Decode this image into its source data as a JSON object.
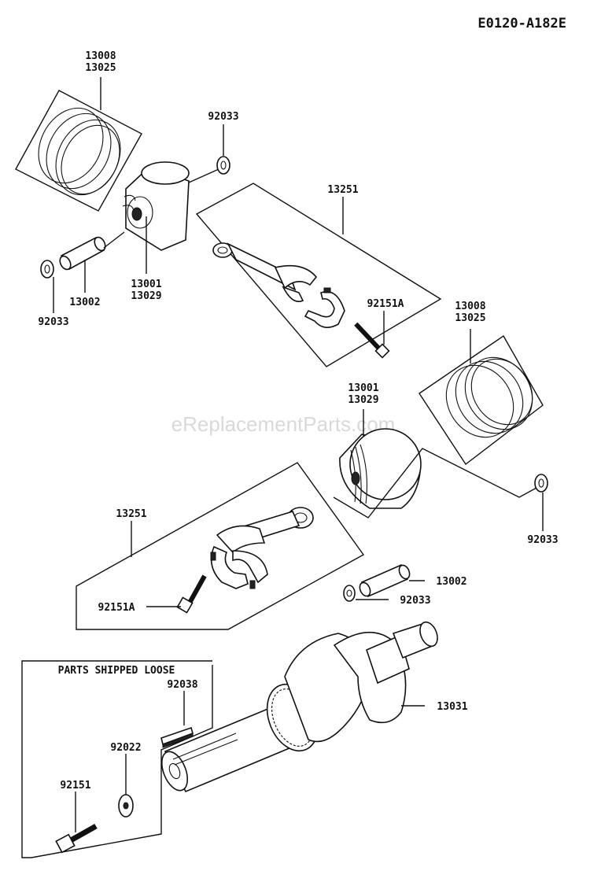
{
  "diagram": {
    "code": "E0120-A182E",
    "watermark": "eReplacementParts.com",
    "loose_box_title": "PARTS SHIPPED LOOSE",
    "labels": {
      "rings_top": [
        "13008",
        "13025"
      ],
      "washer_top_right": "92033",
      "rod_top": "13251",
      "piston_top": [
        "13001",
        "13029"
      ],
      "pin_top": "13002",
      "washer_top_left": "92033",
      "bolt_top": "92151A",
      "rings_mid": [
        "13008",
        "13025"
      ],
      "piston_mid": [
        "13001",
        "13029"
      ],
      "washer_mid_right": "92033",
      "rod_mid": "13251",
      "pin_mid": "13002",
      "washer_mid": "92033",
      "bolt_mid": "92151A",
      "crankshaft": "13031",
      "key": "92038",
      "washer_loose": "92022",
      "bolt_loose": "92151"
    }
  }
}
